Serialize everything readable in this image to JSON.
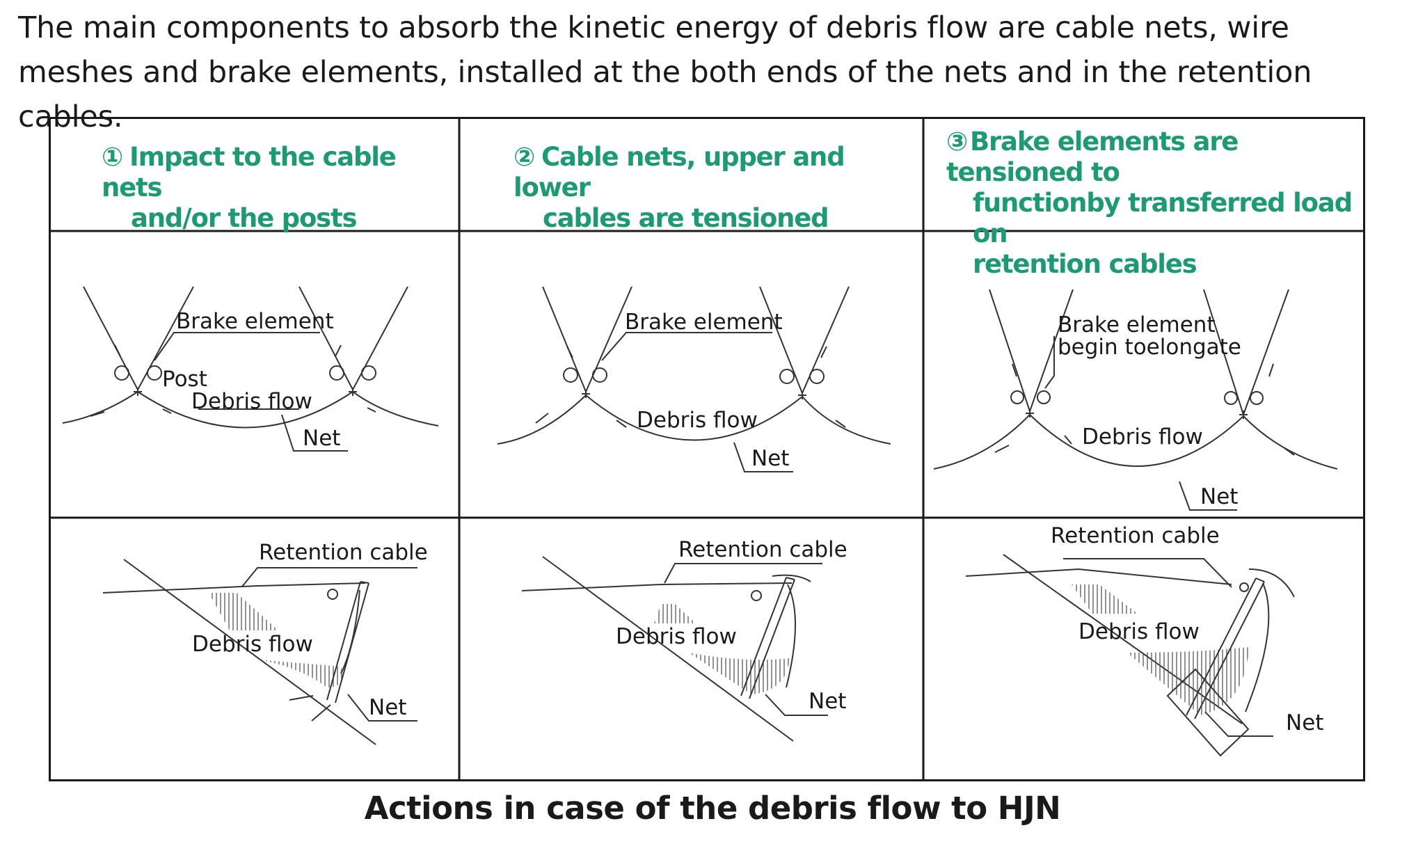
{
  "intro": "The main components to absorb the kinetic energy of debris flow are cable nets, wire meshes and brake elements, installed at the both ends of the nets and in the retention cables.",
  "stages": [
    {
      "num": "①",
      "title_line1": "Impact to the cable nets",
      "title_line2": "and/or the posts",
      "title_line3": ""
    },
    {
      "num": "②",
      "title_line1": "Cable nets, upper and lower",
      "title_line2": "cables are tensioned",
      "title_line3": ""
    },
    {
      "num": "③",
      "title_line1": "Brake elements are tensioned to",
      "title_line2": "functionby transferred load on",
      "title_line3": "retention cables"
    }
  ],
  "plan_labels": {
    "p1": {
      "brake": "Brake element",
      "post": "Post",
      "debris": "Debris flow",
      "net": "Net"
    },
    "p2": {
      "brake": "Brake element",
      "debris": "Debris flow",
      "net": "Net"
    },
    "p3": {
      "brake_line1": "Brake element",
      "brake_line2": "begin toelongate",
      "debris": "Debris flow",
      "net": "Net"
    }
  },
  "section_labels": {
    "s1": {
      "retention": "Retention cable",
      "debris": "Debris flow",
      "net": "Net"
    },
    "s2": {
      "retention": "Retention cable",
      "debris": "Debris flow",
      "net": "Net"
    },
    "s3": {
      "retention": "Retention cable",
      "debris": "Debris flow",
      "net": "Net"
    }
  },
  "caption": "Actions in case of the debris flow to HJN",
  "colors": {
    "accent": "#1c9a72",
    "line": "#1a1a1a",
    "drawing": "#333333"
  }
}
